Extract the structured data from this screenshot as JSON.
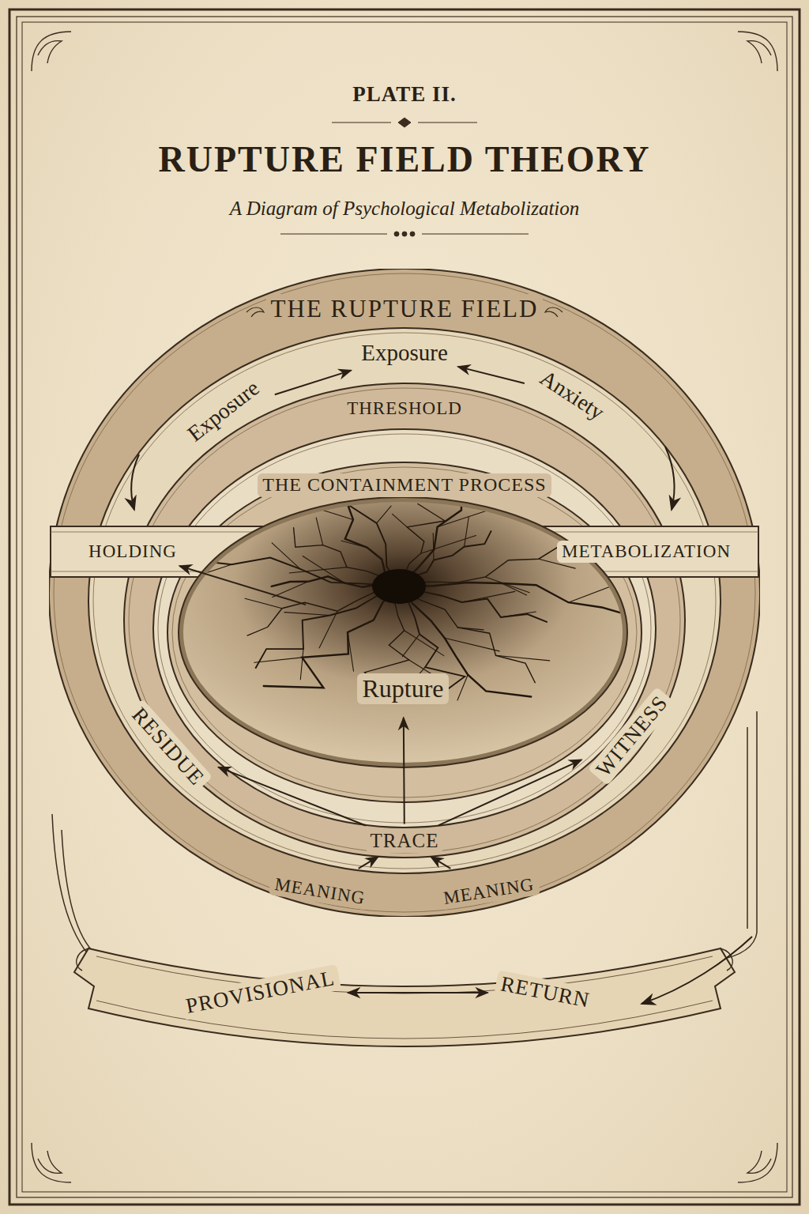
{
  "diagram": {
    "title": "RUPTURE FIELD THEORY",
    "caption": "A Diagram of Psychological Metabolization",
    "nodes": [
      {
        "text": [
          "THE RUPTURE FIELD"
        ]
      },
      {
        "text": [
          "Exposure"
        ],
        "in": 0
      },
      {
        "text": [
          "Exposure"
        ],
        "in": 0
      },
      {
        "text": [
          "Anxiety"
        ],
        "in": 0
      },
      {
        "text": [
          "THRESHOLD"
        ],
        "in": 0
      },
      {
        "text": [
          "THE CONTAINMENT PROCESS"
        ],
        "in": 4
      },
      {
        "text": [
          "Rupture"
        ],
        "in": 5
      },
      {
        "text": [
          "HOLDING"
        ],
        "in": 0
      },
      {
        "text": [
          "METABOLIZATION"
        ],
        "in": 0
      },
      {
        "text": [
          "RESIDUE"
        ],
        "in": 0
      },
      {
        "text": [
          "WITNESS"
        ],
        "in": 0
      },
      {
        "text": [
          "TRACE"
        ],
        "in": 0
      },
      {
        "text": [
          "MEANING"
        ],
        "in": 0
      },
      {
        "text": [
          "MEANING"
        ],
        "in": 0
      },
      {
        "text": [
          "PROVISIONAL"
        ]
      },
      {
        "text": [
          "RETURN"
        ]
      }
    ],
    "edges": [
      {
        "from": 1,
        "to": 2,
        "arrow": "to"
      },
      {
        "from": 3,
        "to": 2,
        "arrow": "to"
      },
      {
        "from": 6,
        "to": 7,
        "arrow": "to"
      },
      {
        "from": 11,
        "to": 6,
        "arrow": "to"
      },
      {
        "from": 11,
        "to": 9,
        "arrow": "to"
      },
      {
        "from": 11,
        "to": 10,
        "arrow": "to"
      },
      {
        "from": 12,
        "to": 11,
        "arrow": "to"
      },
      {
        "from": 13,
        "to": 11,
        "arrow": "to"
      },
      {
        "from": 14,
        "to": 15,
        "arrow": "both"
      }
    ],
    "labels": [
      "PLATE II."
    ]
  }
}
